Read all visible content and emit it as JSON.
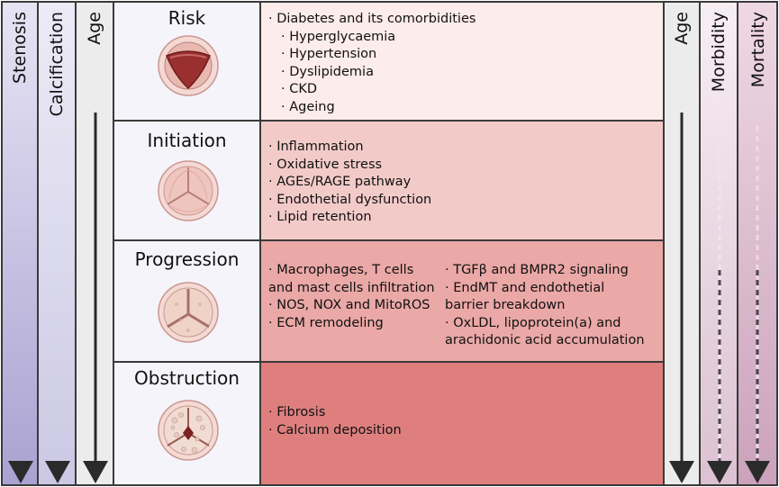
{
  "side_labels": {
    "stenosis": "Stenosis",
    "calcification": "Calcification",
    "age_left": "Age",
    "age_right": "Age",
    "morbidity": "Morbidity",
    "mortality": "Mortality"
  },
  "stages": [
    {
      "name": "Risk",
      "color": "#fcecea",
      "items": [
        "· Diabetes and its comorbidities"
      ],
      "subitems": [
        "· Hyperglycaemia",
        "· Hypertension",
        "· Dyslipidemia",
        "· CKD",
        "· Ageing"
      ]
    },
    {
      "name": "Initiation",
      "color": "#f2cbc8",
      "items": [
        "· Inflammation",
        "· Oxidative stress",
        "· AGEs/RAGE pathway",
        "· Endothetial dysfunction",
        "· Lipid retention"
      ]
    },
    {
      "name": "Progression",
      "color": "#eaa8a6",
      "items_left": [
        "· Macrophages, T cells",
        "and mast cells infiltration",
        "· NOS, NOX and MitoROS",
        "· ECM remodeling"
      ],
      "items_right": [
        "· TGFβ and BMPR2 signaling",
        "· EndMT and endothetial",
        "barrier breakdown",
        "· OxLDL, lipoprotein(a) and",
        "arachidonic acid accumulation"
      ]
    },
    {
      "name": "Obstruction",
      "color": "#de7f7e",
      "items": [
        "· Fibrosis",
        "· Calcium deposition"
      ]
    }
  ],
  "colors": {
    "arrow": "#2a2a2a",
    "border": "#3a3a3a",
    "valve_outer": "#ecc3bd",
    "valve_leaflet": "#f5d6d0",
    "valve_dark": "#8a2a2a"
  }
}
